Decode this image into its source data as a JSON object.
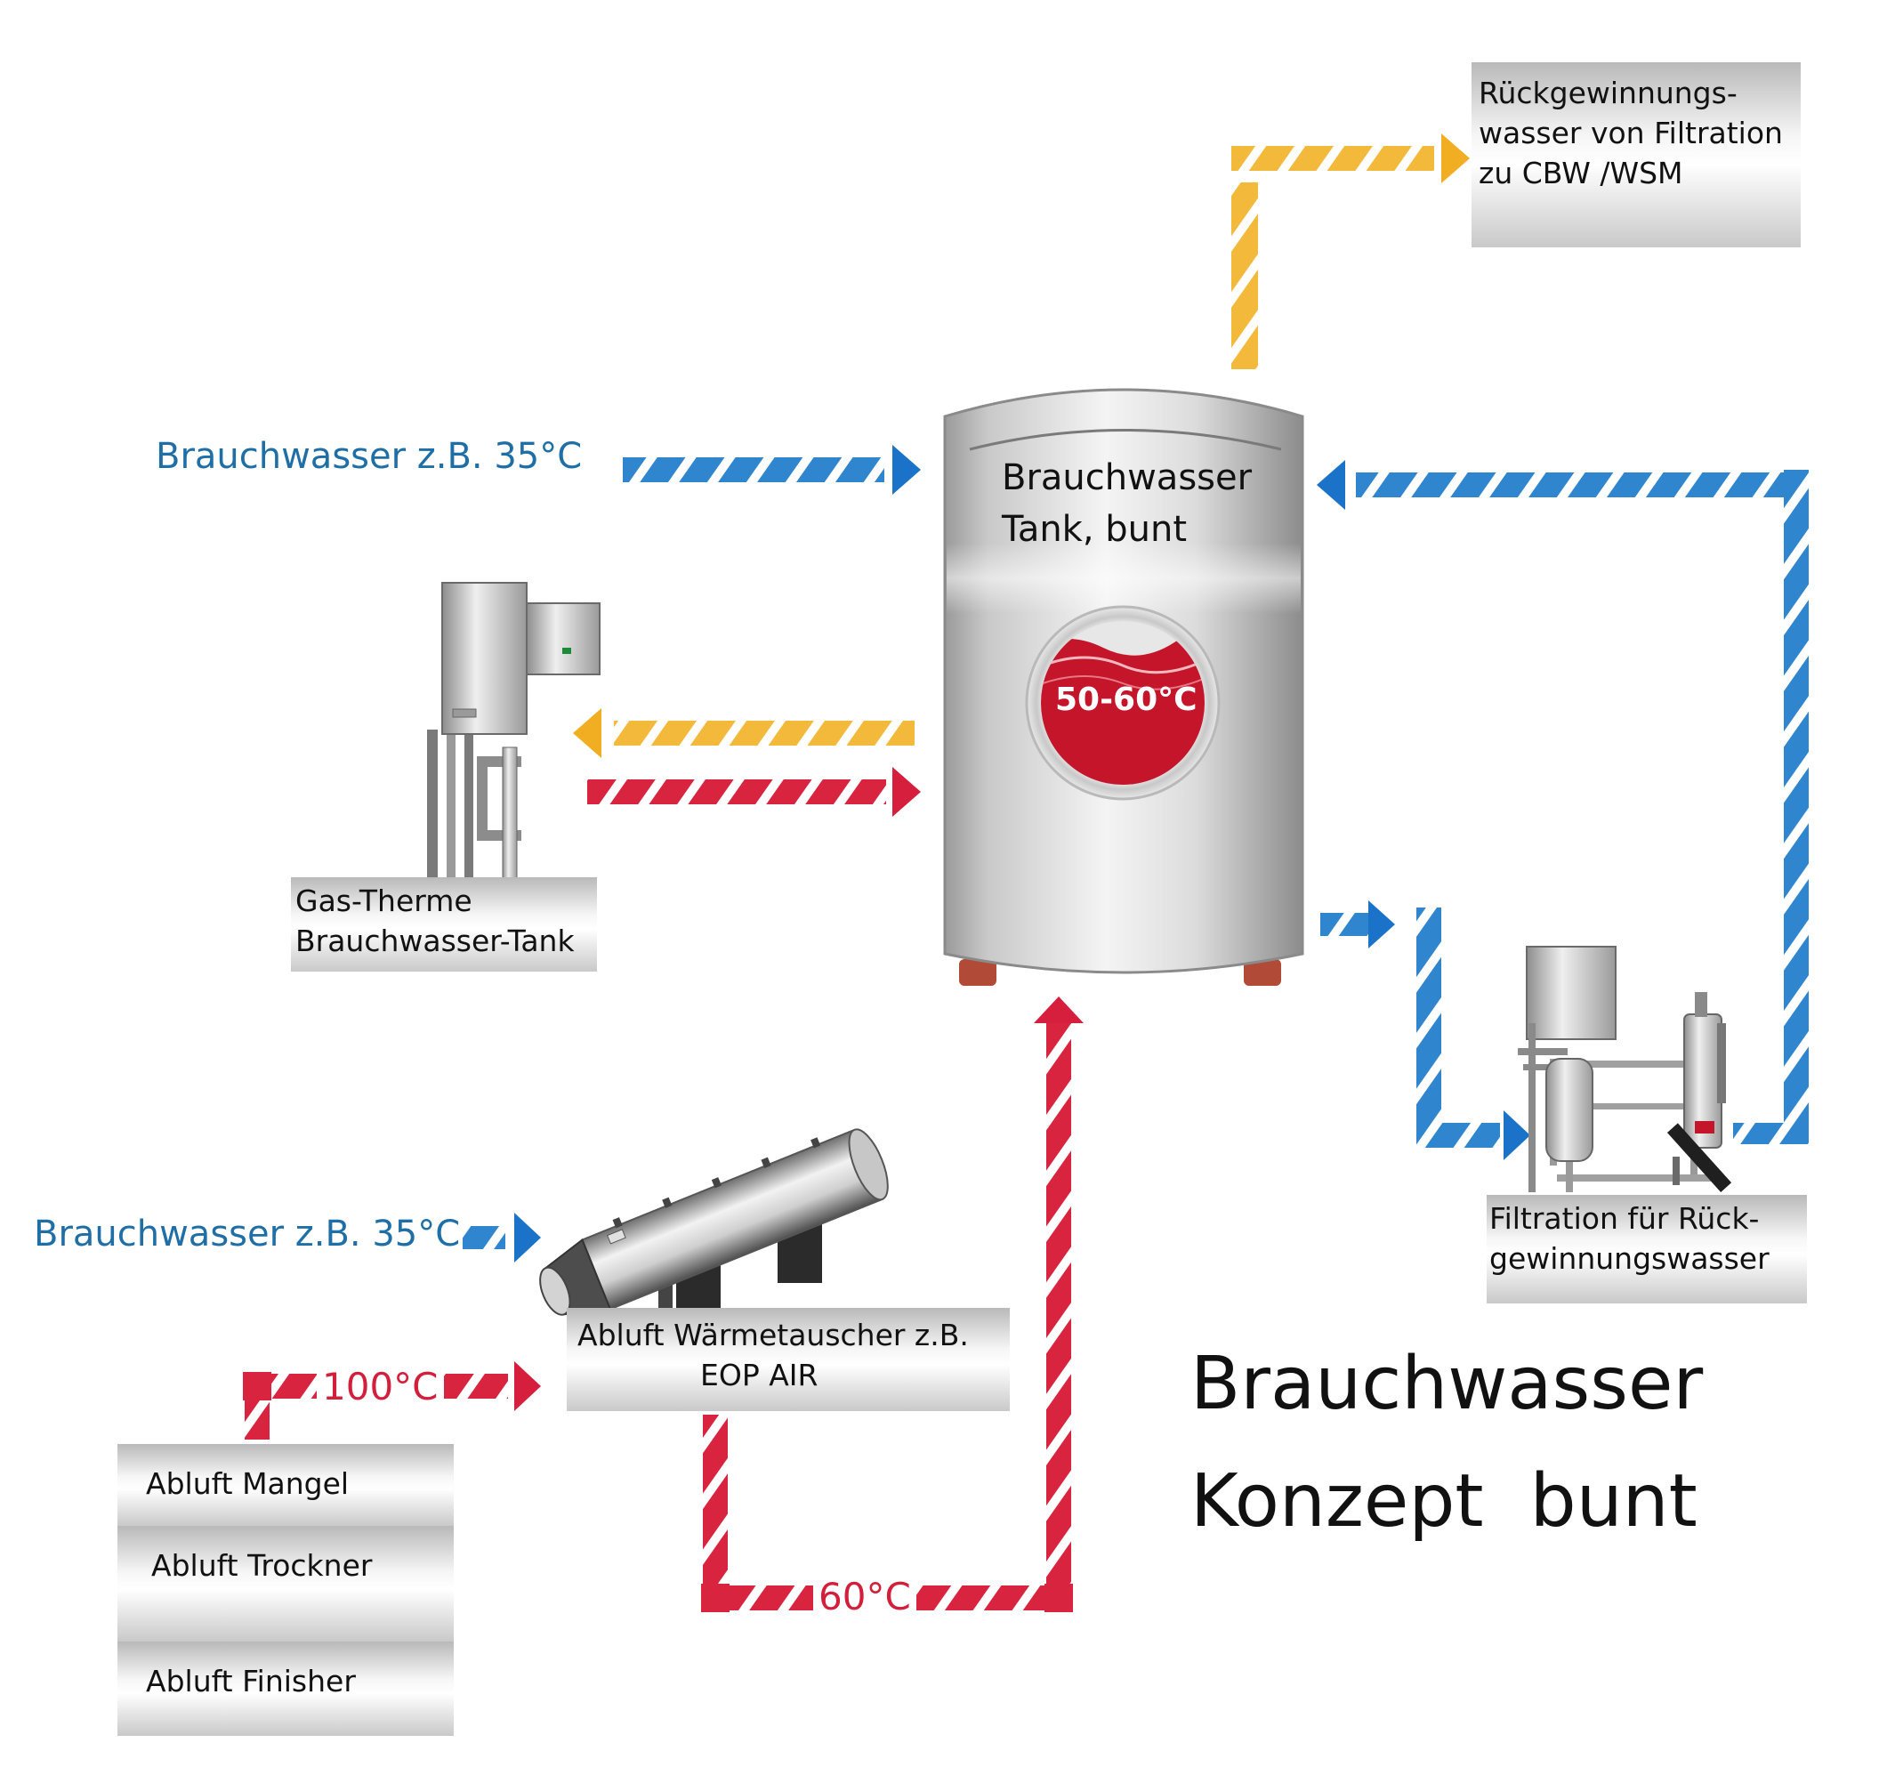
{
  "tank": {
    "line1": "Brauchwasser",
    "line2": "Tank, bunt",
    "temperature": "50-60°C"
  },
  "recovery_box": {
    "line1": "Rückgewinnungs-",
    "line2": "wasser von Filtration",
    "line3": "zu CBW /WSM"
  },
  "gas_box": {
    "line1": "Gas-Therme",
    "line2": "Brauchwasser-Tank"
  },
  "filtration_box": {
    "line1": "Filtration für Rück-",
    "line2": "gewinnungswasser"
  },
  "heat_exchanger_box": {
    "line1": "Abluft Wärmetauscher z.B.",
    "line2": "EOP AIR"
  },
  "exhaust_sources": [
    "Abluft Mangel",
    "Abluft Trockner",
    "Abluft Finisher"
  ],
  "labels": {
    "brauchwasser_top": "Brauchwasser z.B. 35°C",
    "brauchwasser_bottom": "Brauchwasser z.B. 35°C",
    "temp_100": "100°C",
    "temp_60": "60°C"
  },
  "title": {
    "line1": "Brauchwasser",
    "line2": "Konzept  bunt"
  },
  "colors": {
    "cold_water": "#2f86cf",
    "hot_water": "#d9243f",
    "recovery_water": "#f2b93b",
    "arrow_blue": "#1a73c8",
    "arrow_red": "#d61f3c",
    "arrow_yellow": "#f2ae22"
  }
}
